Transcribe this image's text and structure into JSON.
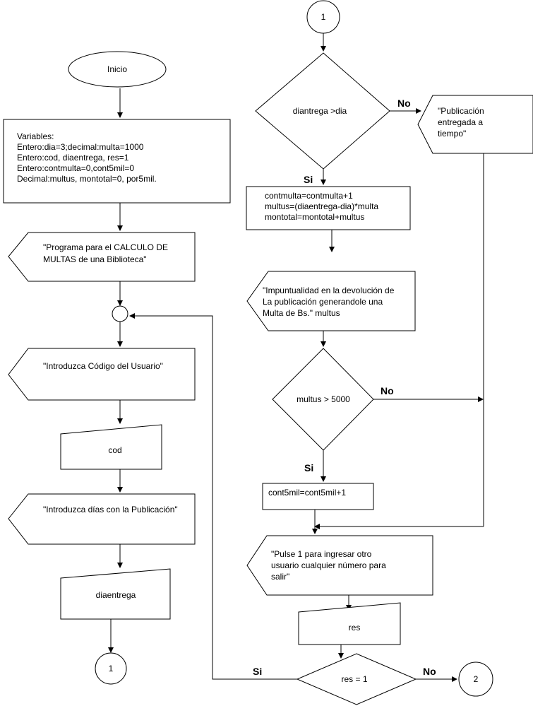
{
  "flowchart": {
    "inicio": "Inicio",
    "variables": [
      "Variables:",
      "Entero:dia=3;decimal:multa=1000",
      "Entero:cod, diaentrega, res=1",
      "Entero:contmulta=0,cont5mil=0",
      "Decimal:multus, montotal=0, por5mil."
    ],
    "display_programa": [
      "\"Programa para el CALCULO DE",
      "MULTAS de una Biblioteca\""
    ],
    "display_codigo": "\"Introduzca Código del Usuario\"",
    "input_cod": "cod",
    "display_dias": "\"Introduzca días con la Publicación\"",
    "input_diaentrega": "diaentrega",
    "connector_1_bottom": "1",
    "connector_1_top": "1",
    "decision_dias": "diantrega >dia",
    "no_label_1": "No",
    "si_label_1": "Si",
    "display_entregada": [
      "\"Publicación",
      "entregada a",
      "tiempo\""
    ],
    "process_multa": [
      "contmulta=contmulta+1",
      "multus=(diaentrega-dia)*multa",
      "montotal=montotal+multus"
    ],
    "display_impuntualidad": [
      "\"Impuntualidad en la devolución de",
      "La publicación generandole una",
      "Multa de Bs.\" multus"
    ],
    "decision_multus": "multus > 5000",
    "no_label_2": "No",
    "si_label_2": "Si",
    "process_cont5mil": "cont5mil=cont5mil+1",
    "display_pulse": [
      "\"Pulse 1 para ingresar otro",
      "usuario cualquier número para",
      "salir\""
    ],
    "input_res": "res",
    "decision_res": "res = 1",
    "si_label_3": "Si",
    "no_label_3": "No",
    "connector_2": "2"
  }
}
